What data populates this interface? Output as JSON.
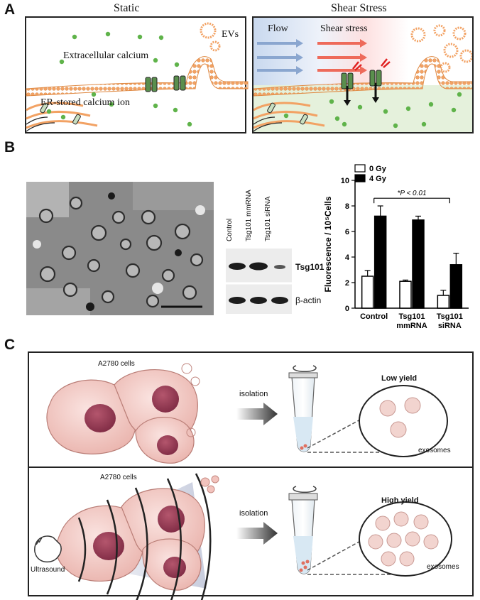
{
  "panelA": {
    "letter": "A",
    "static_title": "Static",
    "shear_title": "Shear Stress",
    "label_evs": "EVs",
    "label_extracellular": "Extracellular calcium",
    "label_er": "ER-stored calcium ion",
    "label_flow": "Flow",
    "label_shear": "Shear stress"
  },
  "panelB": {
    "letter": "B",
    "blot": {
      "lanes": [
        "Control",
        "Tsg101 mmRNA",
        "Tsg101 siRNA"
      ],
      "row1": "Tsg101",
      "row2": "β-actin"
    }
  },
  "panelC": {
    "letter": "C",
    "top_cells": "A2780 cells",
    "top_isolation": "isolation",
    "top_yield": "Low yield",
    "top_exosomes": "exosomes",
    "bottom_cells": "A2780 cells",
    "bottom_isolation": "isolation",
    "bottom_yield": "High yield",
    "bottom_exosomes": "exosomes",
    "ultrasound": "Ultrasound"
  },
  "colors": {
    "membrane": "#f2a264",
    "calcium": "#5fb34a",
    "cell_pink": "#f1c7c2",
    "nucleus": "#9c3b55"
  },
  "chart_data": {
    "type": "bar",
    "categories": [
      "Control",
      "Tsg101\nmmRNA",
      "Tsg101\nsiRNA"
    ],
    "category_lines": [
      [
        "Control"
      ],
      [
        "Tsg101",
        "mmRNA"
      ],
      [
        "Tsg101",
        "siRNA"
      ]
    ],
    "series": [
      {
        "name": "0 Gy",
        "values": [
          2.5,
          2.1,
          1.0
        ],
        "errors": [
          0.45,
          0.1,
          0.4
        ],
        "color": "#ffffff"
      },
      {
        "name": "4 Gy",
        "values": [
          7.2,
          6.9,
          3.4
        ],
        "errors": [
          0.8,
          0.3,
          0.9
        ],
        "color": "#000000"
      }
    ],
    "ylabel": "Fluorescence / 10⁵Cells",
    "ylim": [
      0,
      10
    ],
    "yticks": [
      0,
      2,
      4,
      6,
      8,
      10
    ],
    "annotation": "*P < 0.01",
    "legend_position": "top-left"
  }
}
